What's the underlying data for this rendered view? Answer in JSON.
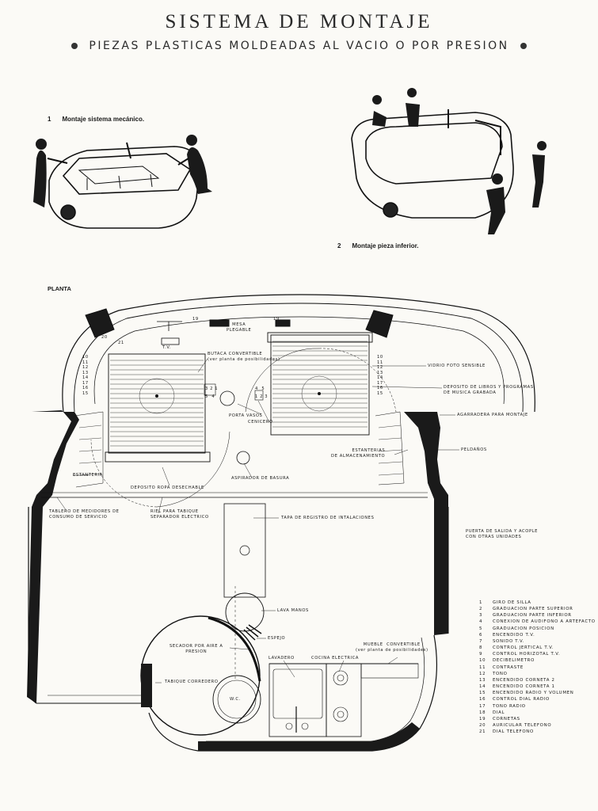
{
  "title": "SISTEMA DE MONTAJE",
  "subtitle": "PIEZAS PLASTICAS MOLDEADAS AL VACIO O POR PRESION",
  "captions": {
    "c1_num": "1",
    "c1_text": "Montaje sistema mecánico.",
    "c2_num": "2",
    "c2_text": "Montaje pieza inferior."
  },
  "planta": "PLANTA",
  "labels": {
    "mesa_plegable": "MESA\nPLEGABLE",
    "tv": "T.V.",
    "butaca": "BUTACA CONVERTIBLE\n(ver planta de posibilidades)",
    "vidrio": "VIDRIO FOTO SENSIBLE",
    "deposito_libros": "DEPOSITO DE LIBROS Y PROGRAMAS\nDE MUSICA GRABADA",
    "agarradera": "AGARRADERA PARA MONTAJE",
    "peldanos": "PELDAÑOS",
    "estanterias": "ESTANTERIAS\nDE ALMACENAMIENTO",
    "porta_vasos": "PORTA VASOS",
    "cenicero": "CENICERO",
    "estanteria": "ESTANTERIA",
    "deposito_ropa": "DEPOSITO ROPA DESECHABLE",
    "aspirador": "ASPIRADOR DE BASURA",
    "tablero": "TABLERO DE MEDIDORES DE\nCONSUMO DE SERVICIO",
    "riel": "RIEL PARA TABIQUE\nSEPARADOR ELECTRICO",
    "tapa": "TAPA DE REGISTRO DE INTALACIONES",
    "puerta": "PUERTA DE SALIDA Y ACOPLE\nCON OTRAS UNIDADES",
    "lava_manos": "LAVA MANOS",
    "espejo": "ESPEJO",
    "secador": "SECADOR POR AIRE A\nPRESION",
    "mueble": "MUEBLE  CONVERTIBLE\n(ver planta de posibilidades)",
    "lavadero": "LAVADERO",
    "cocina": "COCINA ELECTRICA",
    "tabique": "TABIQUE CORREDERO",
    "wc": "W.C.",
    "num_ctrl_left": "3 2 1\n5  4",
    "num_ctrl_right": "4  5\n1 2 3",
    "num_19a": "19",
    "num_19b": "19",
    "num_20": "20",
    "num_21": "21",
    "num_side_left": "10\n11\n12\n13\n14\n17\n16\n15",
    "num_side_right": "10\n11\n12\n13\n14\n17\n16\n15"
  },
  "legend": [
    {
      "n": "1",
      "t": "GIRO DE SILLA"
    },
    {
      "n": "2",
      "t": "GRADUACION PARTE SUPERIOR"
    },
    {
      "n": "3",
      "t": "GRADUACION PARTE INFERIOR"
    },
    {
      "n": "4",
      "t": "CONEXION DE AUDIFONO A ARTEFACTO"
    },
    {
      "n": "5",
      "t": "GRADUACION POSICION"
    },
    {
      "n": "6",
      "t": "ENCENDIDO T.V."
    },
    {
      "n": "7",
      "t": "SONIDO T.V."
    },
    {
      "n": "8",
      "t": "CONTROL JERTICAL T.V."
    },
    {
      "n": "9",
      "t": "CONTROL HORIZOTAL T.V."
    },
    {
      "n": "10",
      "t": "DECIBELIMETRO"
    },
    {
      "n": "11",
      "t": "CONTRASTE"
    },
    {
      "n": "12",
      "t": "TONO"
    },
    {
      "n": "13",
      "t": "ENCENDIDO CORNETA 2"
    },
    {
      "n": "14",
      "t": "ENCENDIDO CORNETA 1"
    },
    {
      "n": "15",
      "t": "ENCENDIDO RADIO Y VOLUMEN"
    },
    {
      "n": "16",
      "t": "CONTROL DIAL RADIO"
    },
    {
      "n": "17",
      "t": "TONO RADIO"
    },
    {
      "n": "18",
      "t": "DIAL"
    },
    {
      "n": "19",
      "t": "CORNETAS"
    },
    {
      "n": "20",
      "t": "AURICULAR TELEFONO"
    },
    {
      "n": "21",
      "t": "DIAL TELEFONO"
    }
  ]
}
